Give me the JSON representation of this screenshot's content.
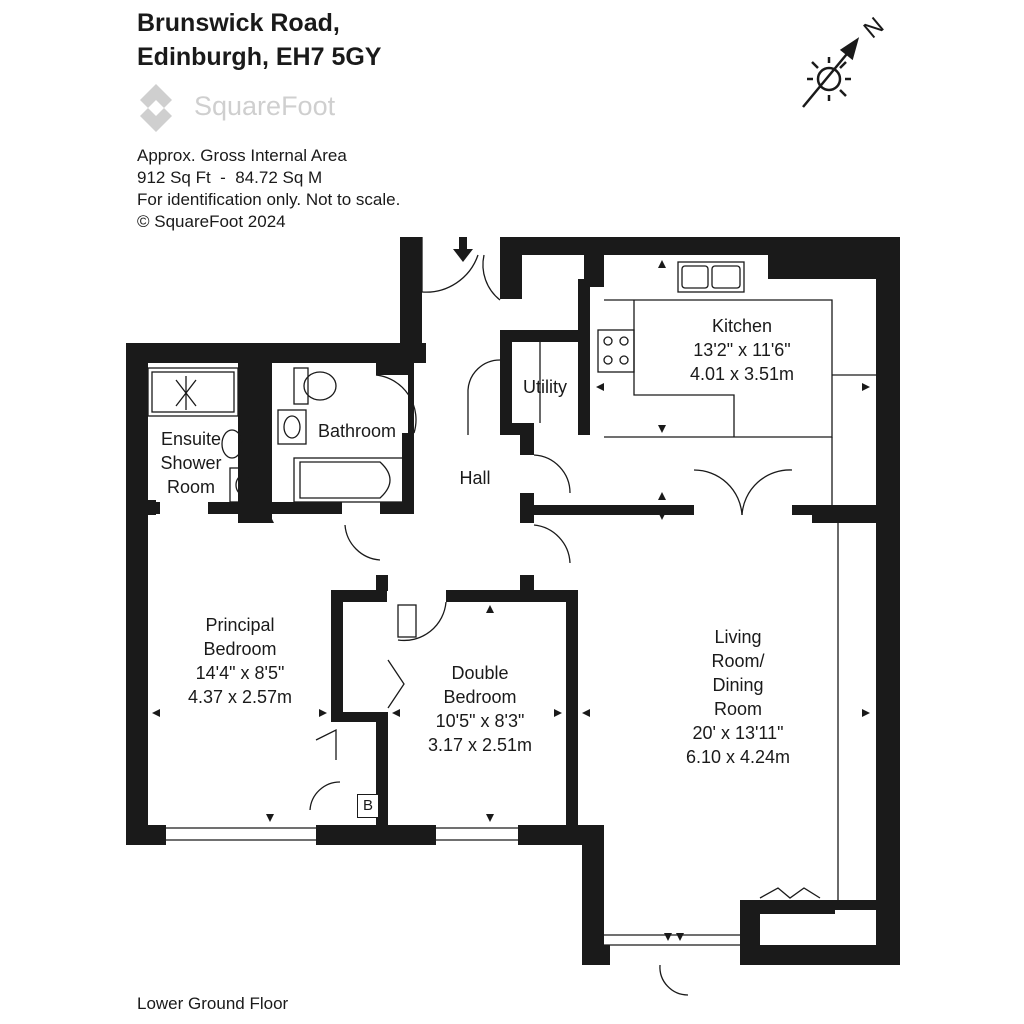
{
  "header": {
    "address_line1": "Brunswick Road,",
    "address_line2": "Edinburgh, EH7 5GY"
  },
  "logo": {
    "text": "SquareFoot",
    "icon": "squarefoot-logo-icon"
  },
  "info": {
    "line1": "Approx. Gross Internal Area",
    "line2": "912 Sq Ft  -  84.72 Sq M",
    "line3": "For identification only. Not to scale.",
    "line4": "© SquareFoot 2024"
  },
  "compass": {
    "label": "N",
    "icon": "compass-sun-icon"
  },
  "rooms": {
    "kitchen": {
      "name": "Kitchen",
      "imperial": "13'2\" x 11'6\"",
      "metric": "4.01 x 3.51m"
    },
    "utility": {
      "name": "Utility"
    },
    "bathroom": {
      "name": "Bathroom"
    },
    "ensuite": {
      "line1": "Ensuite",
      "line2": "Shower",
      "line3": "Room"
    },
    "hall": {
      "name": "Hall"
    },
    "principal": {
      "line1": "Principal",
      "line2": "Bedroom",
      "imperial": "14'4\" x 8'5\"",
      "metric": "4.37 x 2.57m"
    },
    "double": {
      "line1": "Double",
      "line2": "Bedroom",
      "imperial": "10'5\" x 8'3\"",
      "metric": "3.17 x 2.51m"
    },
    "living": {
      "line1": "Living",
      "line2": "Room/",
      "line3": "Dining",
      "line4": "Room",
      "imperial": "20' x 13'11\"",
      "metric": "6.10 x 4.24m"
    }
  },
  "boiler": {
    "label": "B"
  },
  "footer": {
    "floor": "Lower Ground Floor"
  }
}
